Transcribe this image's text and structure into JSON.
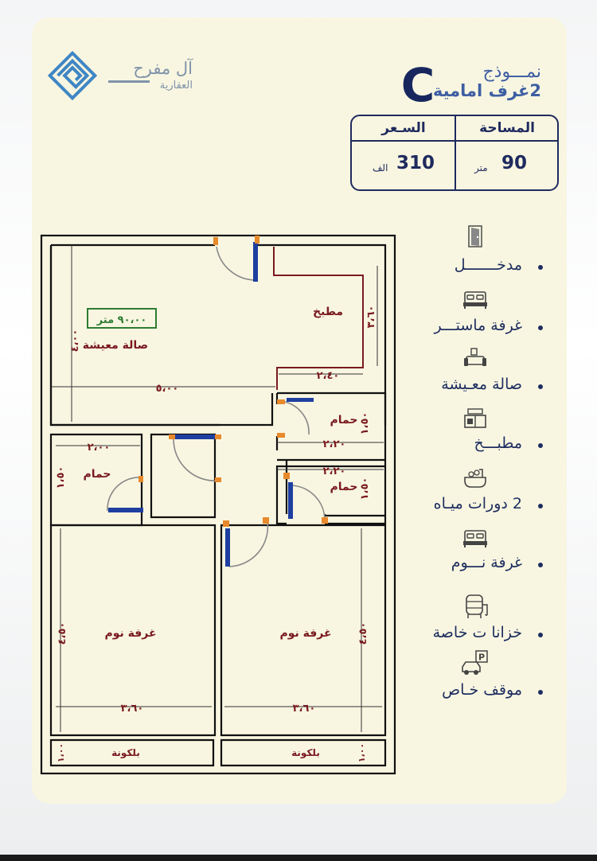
{
  "brand": {
    "name": "آل مفرح",
    "subtitle": "العقارية",
    "icon": "kufic-square-logo-icon"
  },
  "model": {
    "label": "نمـــوذج",
    "letter": "C",
    "rooms": "2غرف امامية"
  },
  "info": {
    "area_label": "المساحة",
    "price_label": "السـعر",
    "area_value": "90",
    "area_unit": "متر",
    "price_value": "310",
    "price_unit": "الف"
  },
  "features": [
    {
      "label": "مدخـــــــل",
      "icon": "door-icon"
    },
    {
      "label": "غرفة ماستـــر",
      "icon": "bed-icon"
    },
    {
      "label": "صالة معـيشة",
      "icon": "sofa-icon"
    },
    {
      "label": "مطبـــخ",
      "icon": "kitchen-icon"
    },
    {
      "label": "2 دورات ميـاه",
      "icon": "bathtub-icon"
    },
    {
      "label": "غرفة نـــوم",
      "icon": "bed-icon"
    },
    {
      "label": "خزانا ت خاصة",
      "icon": "water-tank-icon"
    },
    {
      "label": "موقف خـاص",
      "icon": "parking-car-icon"
    }
  ],
  "plan": {
    "living_area": "٩٠،٠٠ متر",
    "living_room": "صالة معيشة",
    "kitchen": "مطبخ",
    "bathroom_1": "حمام",
    "bathroom_2": "حمام",
    "bathroom_3": "حمام",
    "bedroom_1": "غرفة نوم",
    "bedroom_2": "غرفة نوم",
    "balcony_1": "بلكونة",
    "balcony_2": "بلكونة",
    "dim_living_width": "٥،٠٠",
    "dim_living_height": "٤،٠٠",
    "dim_kitchen_width": "٢،٤٠",
    "dim_kitchen_height": "٣،٦٠",
    "dim_bath_top_width": "٢،٢٠",
    "dim_bath_top_height": "١،٥٠",
    "dim_bath_mid_width": "٢،٢٠",
    "dim_bath_mid_height": "١،٥٠",
    "dim_bath_left_width": "٢،٠٠",
    "dim_bath_left_height": "١،٥٠",
    "dim_bed_left_width": "٣،٦٠",
    "dim_bed_left_height": "٤،٥٠",
    "dim_bed_right_width": "٣،٦٠",
    "dim_bed_right_height": "٤،٥٠",
    "dim_balcony_left": "١،٠٠",
    "dim_balcony_right": "١،٠٠"
  },
  "colors": {
    "card": "#f8f6e1",
    "navy": "#1f2a5e",
    "plan_text": "#7a1a1f",
    "area_green": "#2e7d32",
    "door_blue": "#1e3fa0",
    "door_orange": "#e8892b"
  }
}
